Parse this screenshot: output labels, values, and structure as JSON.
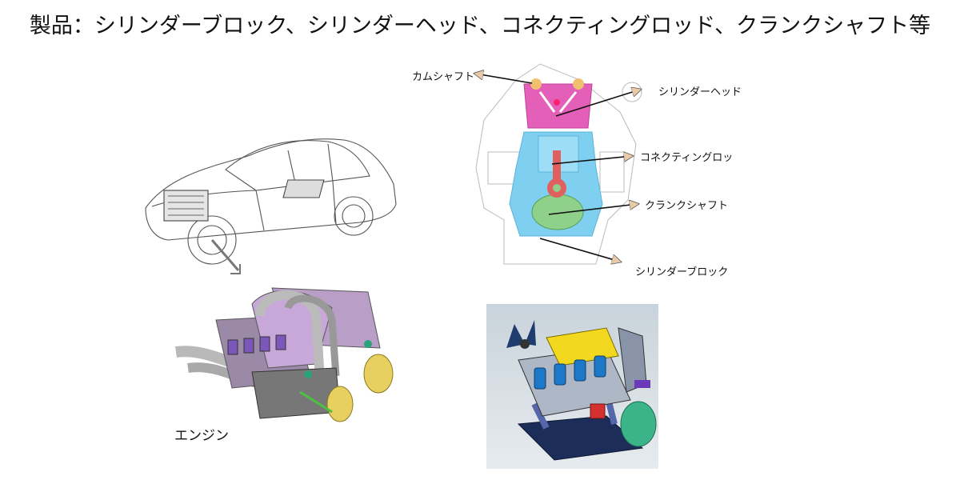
{
  "title": "製品：シリンダーブロック、シリンダーヘッド、コネクティングロッド、クランクシャフト等",
  "engine_section": {
    "labels": {
      "camshaft": "カムシャフト",
      "cylinder_head": "シリンダーヘッド",
      "connecting_rod": "コネクティングロッ",
      "crankshaft": "クランクシャフト",
      "cylinder_block": "シリンダーブロック"
    }
  },
  "engine_render_label": "エンジン",
  "colors": {
    "cylinder_head": "#e35fb8",
    "cylinder_block": "#7fd0f0",
    "crankshaft": "#8fd08a",
    "connecting_rod": "#e06060",
    "arrowhead": "#e8c9a8"
  }
}
